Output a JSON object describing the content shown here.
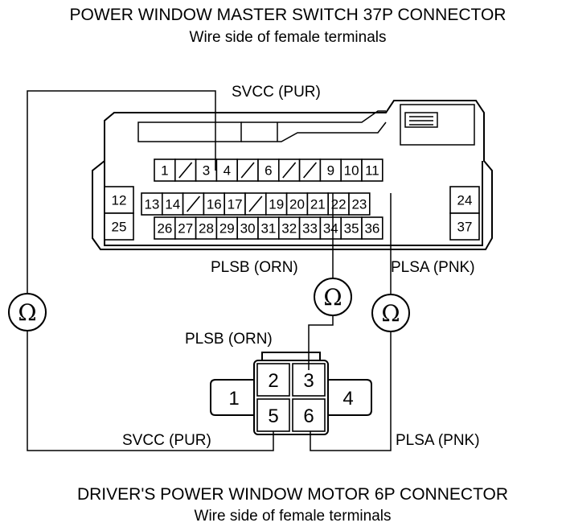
{
  "titles": {
    "top_title": "POWER WINDOW MASTER SWITCH 37P CONNECTOR",
    "top_subtitle": "Wire side of female terminals",
    "bottom_title": "DRIVER'S POWER WINDOW MOTOR 6P CONNECTOR",
    "bottom_subtitle": "Wire side of female terminals"
  },
  "wire_labels": {
    "svcc_top": "SVCC (PUR)",
    "plsb_top": "PLSB (ORN)",
    "plsa_top": "PLSA (PNK)",
    "plsb_bottom": "PLSB (ORN)",
    "svcc_bottom": "SVCC (PUR)",
    "plsa_bottom": "PLSA (PNK)"
  },
  "meters": {
    "symbol": "Ω"
  },
  "connector_37p": {
    "row1": [
      "1",
      "",
      "3",
      "4",
      "",
      "6",
      "",
      "",
      "9",
      "10",
      "11"
    ],
    "row2": [
      "13",
      "14",
      "",
      "16",
      "17",
      "",
      "19",
      "20",
      "21",
      "22",
      "23"
    ],
    "row3": [
      "26",
      "27",
      "28",
      "29",
      "30",
      "31",
      "32",
      "33",
      "34",
      "35",
      "36"
    ],
    "left_side": [
      "12",
      "25"
    ],
    "right_side": [
      "24",
      "37"
    ]
  },
  "connector_6p": {
    "pins": [
      "1",
      "2",
      "3",
      "4",
      "5",
      "6"
    ]
  }
}
